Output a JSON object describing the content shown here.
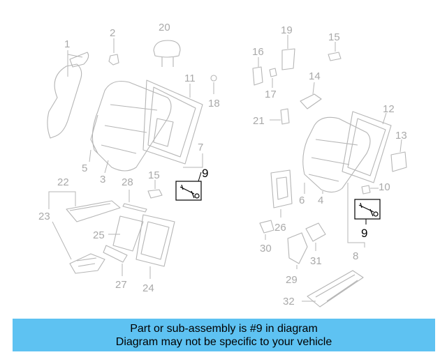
{
  "diagram": {
    "callouts": {
      "c1": "1",
      "c2": "2",
      "c3": "3",
      "c4": "4",
      "c5": "5",
      "c6": "6",
      "c7": "7",
      "c8": "8",
      "c9a": "9",
      "c9b": "9",
      "c10": "10",
      "c11": "11",
      "c12": "12",
      "c13": "13",
      "c14": "14",
      "c15a": "15",
      "c15b": "15",
      "c16": "16",
      "c17": "17",
      "c18": "18",
      "c19": "19",
      "c20": "20",
      "c21": "21",
      "c22": "22",
      "c23": "23",
      "c24": "24",
      "c25": "25",
      "c26": "26",
      "c27": "27",
      "c28": "28",
      "c29": "29",
      "c30": "30",
      "c31": "31",
      "c32": "32"
    },
    "highlight_color": "#000000",
    "part_color": "#b5b5b5"
  },
  "banner": {
    "line1": "Part or sub-assembly is #9 in diagram",
    "line2": "Diagram may not be specific to your vehicle",
    "background": "#5ec2f2"
  }
}
